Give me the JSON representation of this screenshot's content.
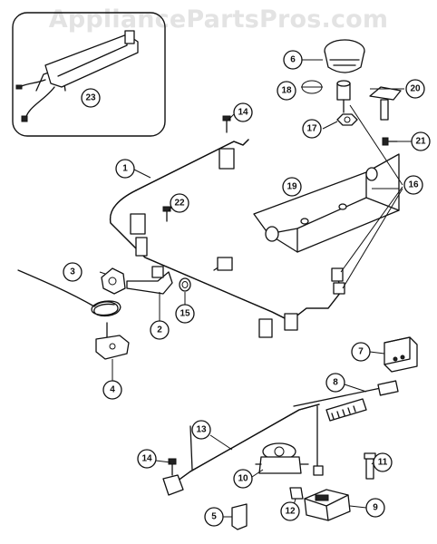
{
  "watermark": "AppliancePartsPros.com",
  "callouts": {
    "c1": "1",
    "c2": "2",
    "c3": "3",
    "c4": "4",
    "c5": "5",
    "c6": "6",
    "c7": "7",
    "c8": "8",
    "c9": "9",
    "c10": "10",
    "c11": "11",
    "c12": "12",
    "c13": "13",
    "c14a": "14",
    "c14b": "14",
    "c15": "15",
    "c16": "16",
    "c17": "17",
    "c18": "18",
    "c19": "19",
    "c20": "20",
    "c21": "21",
    "c22": "22",
    "c23": "23"
  }
}
